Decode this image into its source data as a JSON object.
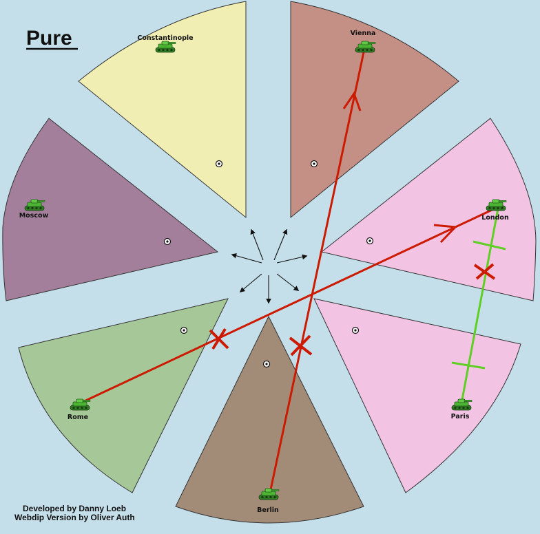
{
  "map": {
    "title": "Pure",
    "credits": [
      "Developed by Danny Loeb",
      "Webdip Version by Oliver Auth"
    ]
  },
  "territories": [
    {
      "id": "constantinople",
      "name": "Constantinople",
      "color": "#f0eeb2",
      "unit": "army"
    },
    {
      "id": "vienna",
      "name": "Vienna",
      "color": "#c48f84",
      "unit": "army"
    },
    {
      "id": "london",
      "name": "London",
      "color": "#f2c3e3",
      "unit": "army"
    },
    {
      "id": "paris",
      "name": "Paris",
      "color": "#f2c3e3",
      "unit": "army"
    },
    {
      "id": "berlin",
      "name": "Berlin",
      "color": "#a28c78",
      "unit": "army"
    },
    {
      "id": "rome",
      "name": "Rome",
      "color": "#a6c797",
      "unit": "army"
    },
    {
      "id": "moscow",
      "name": "Moscow",
      "color": "#a37f9b",
      "unit": "army"
    }
  ],
  "orders": [
    {
      "unit": "Berlin",
      "type": "move",
      "target": "Vienna",
      "color": "#cc1a00",
      "result": "failed"
    },
    {
      "unit": "Rome",
      "type": "move",
      "target": "London",
      "color": "#cc1a00",
      "result": "failed"
    },
    {
      "unit": "Paris",
      "type": "support hold",
      "target": "London",
      "color": "#5fcf24",
      "result": "cut"
    }
  ],
  "colors": {
    "background": "#c5dfea",
    "move_order": "#cc1a00",
    "support_order": "#5fcf24",
    "unit_green": "#49b232"
  },
  "icons": {
    "unit": "tank-icon",
    "supply_center": "supply-center-icon",
    "center_arrows": "arrow-icon"
  }
}
